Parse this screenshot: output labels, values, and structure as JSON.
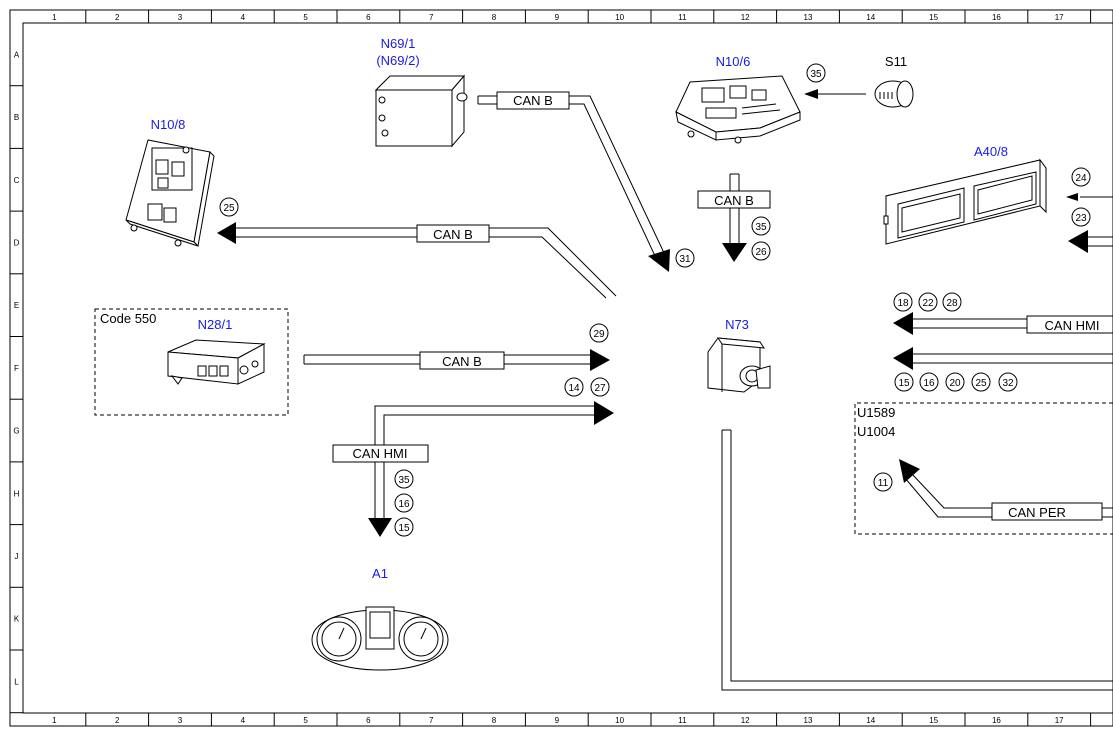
{
  "grid": {
    "columns": [
      "1",
      "2",
      "3",
      "4",
      "5",
      "6",
      "7",
      "8",
      "9",
      "10",
      "11",
      "12",
      "13",
      "14",
      "15",
      "16",
      "17"
    ],
    "rows": [
      "A",
      "B",
      "C",
      "D",
      "E",
      "F",
      "G",
      "H",
      "J",
      "K",
      "L"
    ]
  },
  "components": {
    "n69_1": "N69/1",
    "n69_2": "(N69/2)",
    "n10_6": "N10/6",
    "s11": "S11",
    "n10_8": "N10/8",
    "a40_8": "A40/8",
    "n28_1": "N28/1",
    "n73": "N73",
    "a1": "A1"
  },
  "zones": {
    "code550": "Code 550",
    "u1589": "U1589",
    "u1004": "U1004"
  },
  "buses": {
    "can_b_1": "CAN B",
    "can_b_2": "CAN B",
    "can_b_3": "CAN B",
    "can_b_4": "CAN B",
    "can_hmi_1": "CAN HMI",
    "can_hmi_2": "CAN HMI",
    "can_per": "CAN PER"
  },
  "refs": {
    "r35a": "35",
    "r24": "24",
    "r23": "23",
    "r25": "25",
    "r31": "31",
    "r35b": "35",
    "r26": "26",
    "r29": "29",
    "r14": "14",
    "r27": "27",
    "r18": "18",
    "r22": "22",
    "r28": "28",
    "r15a": "15",
    "r16a": "16",
    "r20": "20",
    "r25b": "25",
    "r32": "32",
    "r11": "11",
    "r35c": "35",
    "r16b": "16",
    "r15b": "15"
  },
  "colors": {
    "component_label": "#1a1ae6",
    "line": "#000000"
  }
}
